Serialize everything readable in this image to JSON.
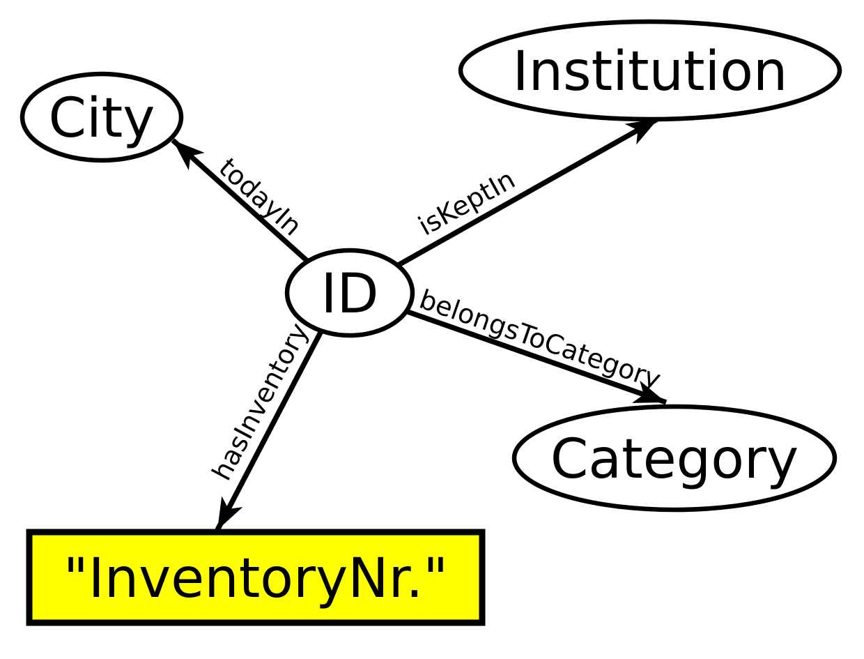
{
  "canvas": {
    "background": "#ffffff",
    "stroke_color": "#000000"
  },
  "nodes": {
    "id": {
      "label": "ID",
      "shape": "ellipse",
      "fill": "#ffffff"
    },
    "city": {
      "label": "City",
      "shape": "ellipse",
      "fill": "#ffffff"
    },
    "institution": {
      "label": "Institution",
      "shape": "ellipse",
      "fill": "#ffffff"
    },
    "category": {
      "label": "Category",
      "shape": "ellipse",
      "fill": "#ffffff"
    },
    "inventory": {
      "label": "\"InventoryNr.\"",
      "shape": "rectangle",
      "fill": "#ffff00"
    }
  },
  "edges": {
    "today_in": {
      "from": "ID",
      "to": "City",
      "label": "todayIn"
    },
    "is_kept_in": {
      "from": "ID",
      "to": "Institution",
      "label": "isKeptIn"
    },
    "belongs_to_category": {
      "from": "ID",
      "to": "Category",
      "label": "belongsToCategory"
    },
    "has_inventory": {
      "from": "ID",
      "to": "InventoryNr.",
      "label": "hasInventory"
    }
  }
}
